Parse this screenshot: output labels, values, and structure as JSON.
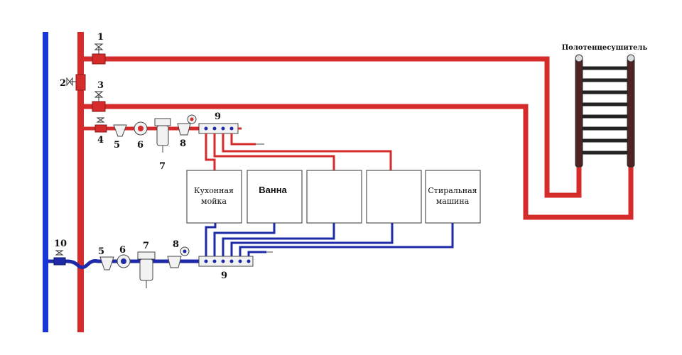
{
  "colors": {
    "hot_pipe": "#d62b2b",
    "cold_pipe": "#1e2aa8",
    "riser_cold": "#1736d6",
    "device": "#f2f2f2",
    "rail": "#333333"
  },
  "labels": {
    "n1": "1",
    "n2": "2",
    "n3": "3",
    "n4": "4",
    "n5_hot": "5",
    "n6_hot": "6",
    "n7_hot": "7",
    "n8_hot": "8",
    "n9_hot": "9",
    "n10": "10",
    "n5_cold": "5",
    "n6_cold": "6",
    "n7_cold": "7",
    "n8_cold": "8",
    "n9_cold": "9"
  },
  "towel_rail": {
    "title": "Полотенцесушитель"
  },
  "fixtures": [
    {
      "line1": "Кухонная",
      "line2": "мойка"
    },
    {
      "line1": "Ванна",
      "line2": ""
    },
    {
      "line1": "",
      "line2": ""
    },
    {
      "line1": "",
      "line2": ""
    },
    {
      "line1": "Стиральная",
      "line2": "машина"
    }
  ]
}
